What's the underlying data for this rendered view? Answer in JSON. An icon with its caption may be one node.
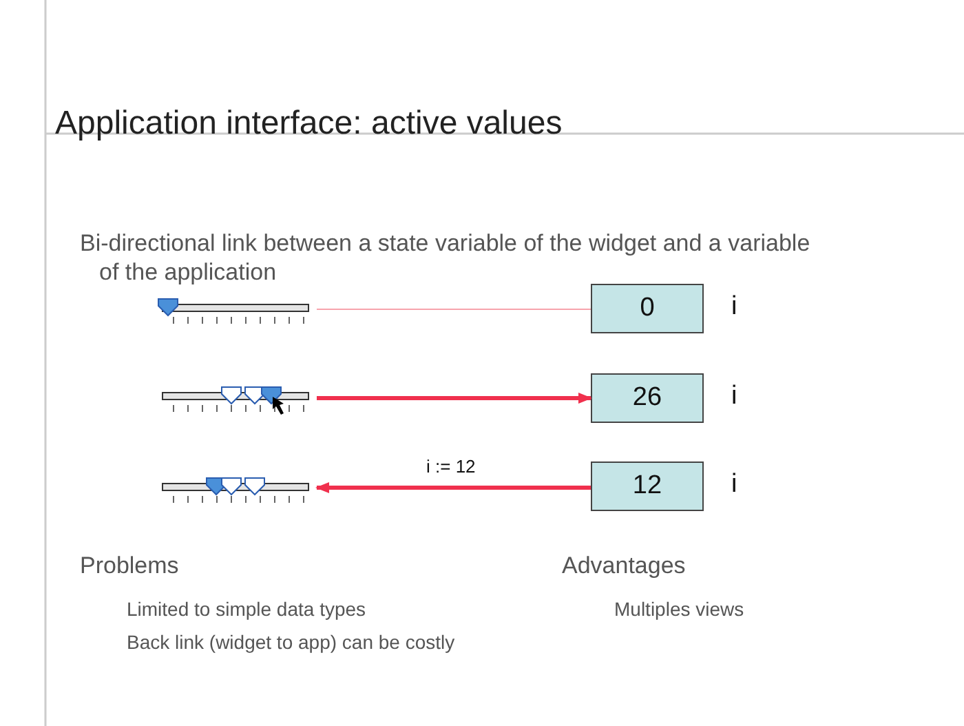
{
  "diagram": {
    "title": "Application interface: active values",
    "nodes": [
      {
        "text": [],
        "shape": "slider"
      },
      {
        "text": [
          "0"
        ],
        "beside": [
          "i"
        ]
      },
      {
        "text": [],
        "shape": "slider"
      },
      {
        "text": [
          "26"
        ],
        "beside": [
          "i"
        ]
      },
      {
        "text": [],
        "shape": "slider"
      },
      {
        "text": [
          "12"
        ],
        "beside": [
          "i"
        ]
      }
    ],
    "edges": [
      {
        "from": 0,
        "to": 1,
        "arrow": "none",
        "color": "#f7a3ad"
      },
      {
        "from": 2,
        "to": 3,
        "arrow": "to"
      },
      {
        "from": 5,
        "to": 4,
        "arrow": "to",
        "label": "i := 12"
      }
    ],
    "labels": [
      "Bi-directional link between a state variable of the widget and a variable of the application",
      "Problems",
      "Limited to simple data types",
      "Back link (widget to app) can be costly",
      "Advantages",
      "Multiples views"
    ]
  }
}
